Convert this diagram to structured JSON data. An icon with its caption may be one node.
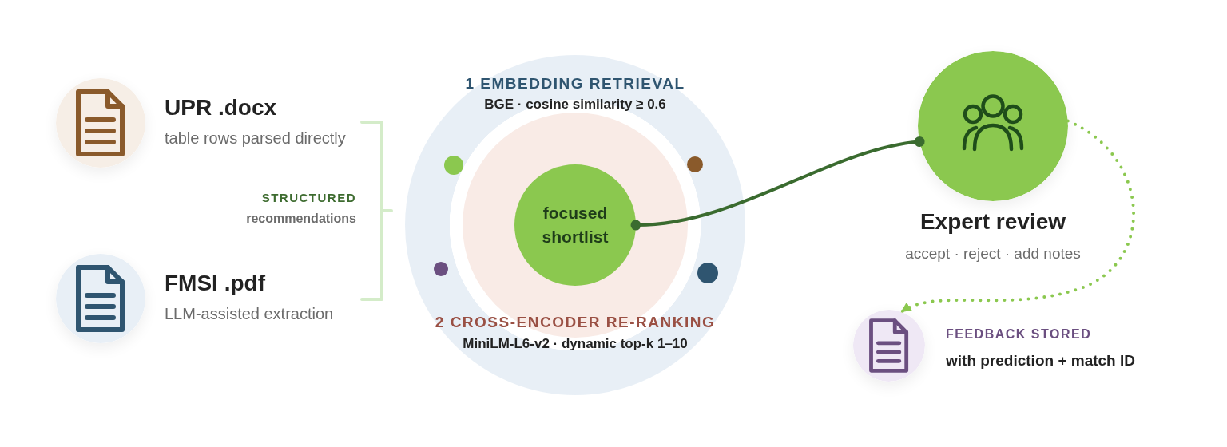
{
  "diagram": {
    "nodes": [
      {
        "text": [
          "UPR .docx",
          "table rows parsed directly"
        ]
      },
      {
        "text": [
          "FMSI .pdf",
          "LLM-assisted extraction"
        ]
      },
      {
        "text": [
          "1 EMBEDDING RETRIEVAL",
          "BGE · cosine similarity ≥ 0.6"
        ]
      },
      {
        "text": [
          "2 CROSS-ENCODER RE-RANKING",
          "MiniLM-L6-v2 · dynamic top-k 1–10"
        ],
        "in": 2
      },
      {
        "text": [
          "focused shortlist"
        ],
        "in": 3
      },
      {
        "text": [
          "Expert review",
          "accept · reject · add notes"
        ]
      },
      {
        "text": [
          "FEEDBACK STORED",
          "with prediction + match ID"
        ]
      }
    ],
    "edges": [
      {
        "from": 4,
        "to": 5,
        "arrow": "other",
        "color": "#3a6b2f"
      },
      {
        "from": 5,
        "to": 6,
        "arrow": "to",
        "style": "dashed",
        "color": "#8bc84f"
      }
    ],
    "labels": [
      "STRUCTURED",
      "recommendations"
    ]
  }
}
